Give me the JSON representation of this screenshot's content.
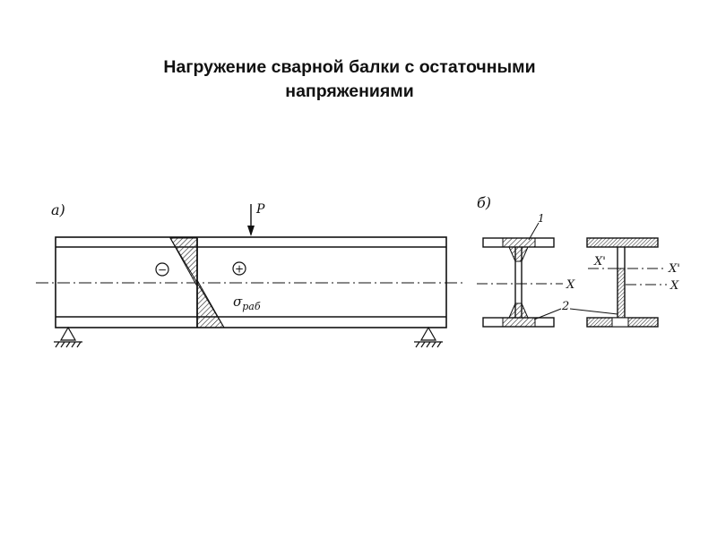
{
  "title": {
    "line1": "Нагружение сварной балки с остаточными",
    "line2": "напряжениями"
  },
  "diagram_a": {
    "label": "а)",
    "load": "P",
    "sign_neg": "−",
    "sign_pos": "+",
    "stress_base": "σ",
    "stress_sub": "раб"
  },
  "diagram_b": {
    "label": "б)",
    "callout_1": "1",
    "callout_2": "2",
    "axis_x": "X",
    "axis_x_prime": "X'",
    "axis_x_right": "X",
    "axis_x_prime_right": "X'"
  },
  "colors": {
    "ink": "#111111",
    "hatch": "#222222",
    "background": "#ffffff"
  }
}
